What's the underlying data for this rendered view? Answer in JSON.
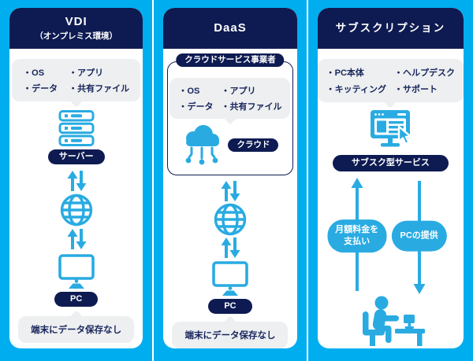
{
  "colors": {
    "panel_blue": "#00AEEF",
    "navy": "#0E1B52",
    "icon_blue": "#29ABE2",
    "bubble_gray": "#EDEFF0"
  },
  "columns": {
    "vdi": {
      "title": "VDI",
      "subtitle": "（オンプレミス環境）",
      "bubble_items": [
        "・OS",
        "・アプリ",
        "・データ",
        "・共有ファイル"
      ],
      "server_label": "サーバー",
      "pc_label": "PC",
      "bottom_note": "端末にデータ保存なし"
    },
    "daas": {
      "title": "DaaS",
      "provider_label": "クラウドサービス事業者",
      "bubble_items": [
        "・OS",
        "・アプリ",
        "・データ",
        "・共有ファイル"
      ],
      "cloud_label": "クラウド",
      "pc_label": "PC",
      "bottom_note": "端末にデータ保存なし"
    },
    "subscription": {
      "title": "サブスクリプション",
      "bubble_items": [
        "・PC本体",
        "・ヘルプデスク",
        "・キッティング",
        "・サポート"
      ],
      "service_label": "サブスク型サービス",
      "flow_up_line1": "月額料金を",
      "flow_up_line2": "支払い",
      "flow_down": "PCの提供"
    }
  }
}
